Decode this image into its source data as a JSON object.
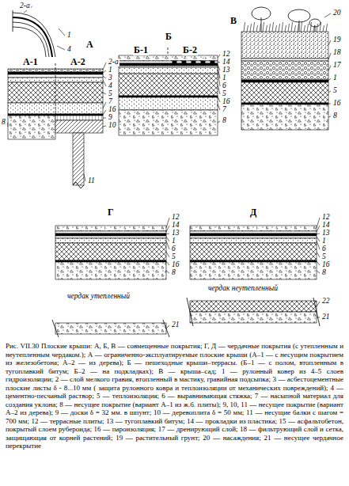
{
  "diagram": {
    "caption": "Рис. VII.30 Плоские крыши: А, Б, В — совмещенные покрытия; Г, Д — чердачные покрытия (с утепленным и неутепленным чердаком.); А — ограниченно-эксплуатируемые плоские крыши (А–1 — с несущим покрытием из железобетона; А–2 — из дерева); Б — пешеходные крыши–террасы. (Б–1 — с полом, втопленным в тугоплавкий битум; Б–2 — на подкладках); В — крыша–сад; 1 — рулонный ковер из 4–5 слоев гидроизоляции; 2 — слой мелкого гравия, втопленный в мастику, гравийная подсыпка; 3 — асбестоцементные плоские листы δ - 8...10 мм ( защита рулонного ковра и теплоизоляции от механических повреждений); 4 — цементно-песчаный раствор; 5 — теплоизоляция; 6 — выравнивающая стяжка; 7 — насыпной материал для создания уклона; 8 — несущее покрытие (вариант А–1 из ж.б. плиты); 9, 10, 11 — несущее покрытие (вариант А–2 из дерева); 9 — доски δ = 32 мм. в шпунт; 10 — деревоплита δ = 50 мм; 11 — несущие балки с шагом = 700 мм; 12 — террасные плиты; 13 — тугоплавкий битум; 14 — прокладки из пластика; 15 — асфальтобетон, покрытый слоем рубероида; 16 — пароизоляция; 17 — дренирующий слой; 18 — фильтрующий слой и сетка, защищающая от корней растений; 19 — растительный грунт; 20 — насаждения; 21 — несущее чердачное перекрытие",
    "labels": [
      "А",
      "2-а",
      "1",
      "4",
      "А-1",
      "А-2",
      "2-а",
      "1",
      "3",
      "4",
      "5",
      "7",
      "16",
      "9",
      "10",
      "8",
      "11",
      "Б",
      "Б-1",
      "Б-2",
      "12",
      "14",
      "13",
      "1",
      "6",
      "5",
      "16",
      "7",
      "8",
      "В",
      "20",
      "19",
      "18",
      "17",
      "1",
      "5",
      "16",
      "8",
      "Г",
      "12",
      "14",
      "13",
      "1",
      "6",
      "5",
      "16",
      "8",
      "чердак утепленный",
      "21",
      "Д",
      "12",
      "14",
      "13",
      "1",
      "6",
      "5",
      "16",
      "8",
      "чердак неутепленный",
      "22",
      "21"
    ]
  }
}
